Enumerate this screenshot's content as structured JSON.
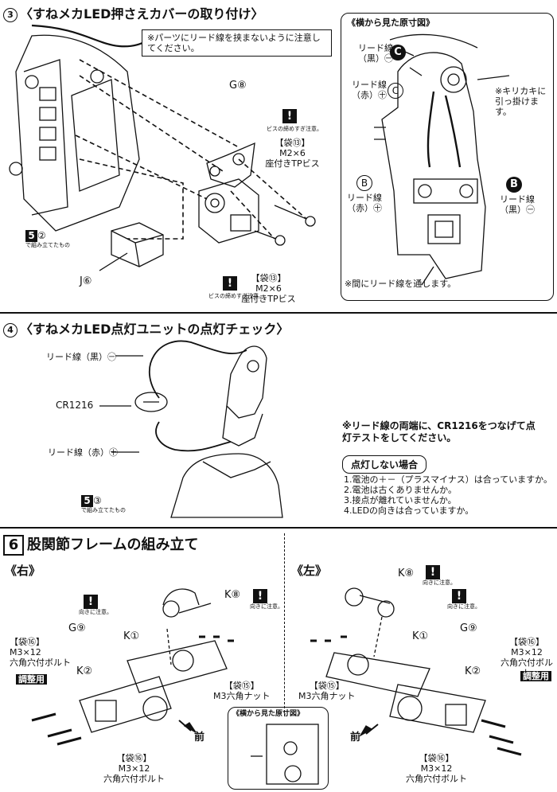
{
  "section3": {
    "num": "3",
    "title": "〈すねメカLED押さえカバーの取り付け〉",
    "note": "※パーツにリード線を挟まないように注意してください。",
    "part_g": "G⑧",
    "bag1_label": "【袋⑬】",
    "bag1_desc1": "M2×6",
    "bag1_desc2": "座付きTPビス",
    "bag2_label": "【袋⑬】",
    "bag2_desc1": "M2×6",
    "bag2_desc2": "座付きTPビス",
    "screw_note": "ビスの締めすぎ注意。",
    "ref_num": "5",
    "ref_sub": "②",
    "ref_text": "で組み立てたもの",
    "part_j": "J⑥"
  },
  "side_view": {
    "title": "《横から見た原寸図》",
    "lead_black_top": "リード線（黒）㊀",
    "lead_red_top": "リード線（赤）㊉",
    "label_c_filled": "C",
    "label_c_outline": "C",
    "kirikaki_note": "※キリカキに引っ掛けます。",
    "label_b_left": "B",
    "label_b_right": "B",
    "lead_red_bottom": "リード線（赤）㊉",
    "lead_black_bottom": "リード線（黒）㊀",
    "bottom_note": "※間にリード線を通します。"
  },
  "section4": {
    "num": "4",
    "title": "〈すねメカLED点灯ユニットの点灯チェック〉",
    "lead_black": "リード線（黒）㊀",
    "battery": "CR1216",
    "lead_red": "リード線（赤）㊉",
    "ref_num": "5",
    "ref_sub": "③",
    "ref_text": "で組み立てたもの",
    "test_note": "※リード線の両端に、CR1216をつなげて点灯テストをしてください。",
    "trouble_title": "点灯しない場合",
    "trouble_items": [
      "1.電池の＋－（プラスマイナス）は合っていますか。",
      "2.電池は古くありませんか。",
      "3.接点が離れていませんか。",
      "4.LEDの向きは合っていますか。"
    ]
  },
  "section6": {
    "num": "6",
    "title": "股関節フレームの組み立て",
    "right_label": "《右》",
    "left_label": "《左》",
    "orient_note": "向きに注意。",
    "right": {
      "k8": "K⑧",
      "g9": "G⑨",
      "k1": "K①",
      "k2": "K②",
      "bag16_top": "【袋⑯】",
      "bolt_top1": "M3×12",
      "bolt_top2": "六角穴付ボルト",
      "adjust": "調整用",
      "bag15": "【袋⑮】",
      "nut": "M3六角ナット",
      "bag16_bottom": "【袋⑯】",
      "bolt_bottom1": "M3×12",
      "bolt_bottom2": "六角穴付ボルト",
      "front": "前"
    },
    "left": {
      "k8": "K⑧",
      "k1": "K①",
      "g9": "G⑨",
      "bag16_top": "【袋⑯】",
      "bolt_top1": "M3×12",
      "bolt_top2": "六角穴付ボルト",
      "k2": "K②",
      "adjust": "調整用",
      "bag15": "【袋⑮】",
      "nut": "M3六角ナット",
      "bag16_bottom": "【袋⑯】",
      "bolt_bottom1": "M3×12",
      "bolt_bottom2": "六角穴付ボルト",
      "front": "前"
    },
    "side_view_title": "《横から見た原寸図》"
  }
}
